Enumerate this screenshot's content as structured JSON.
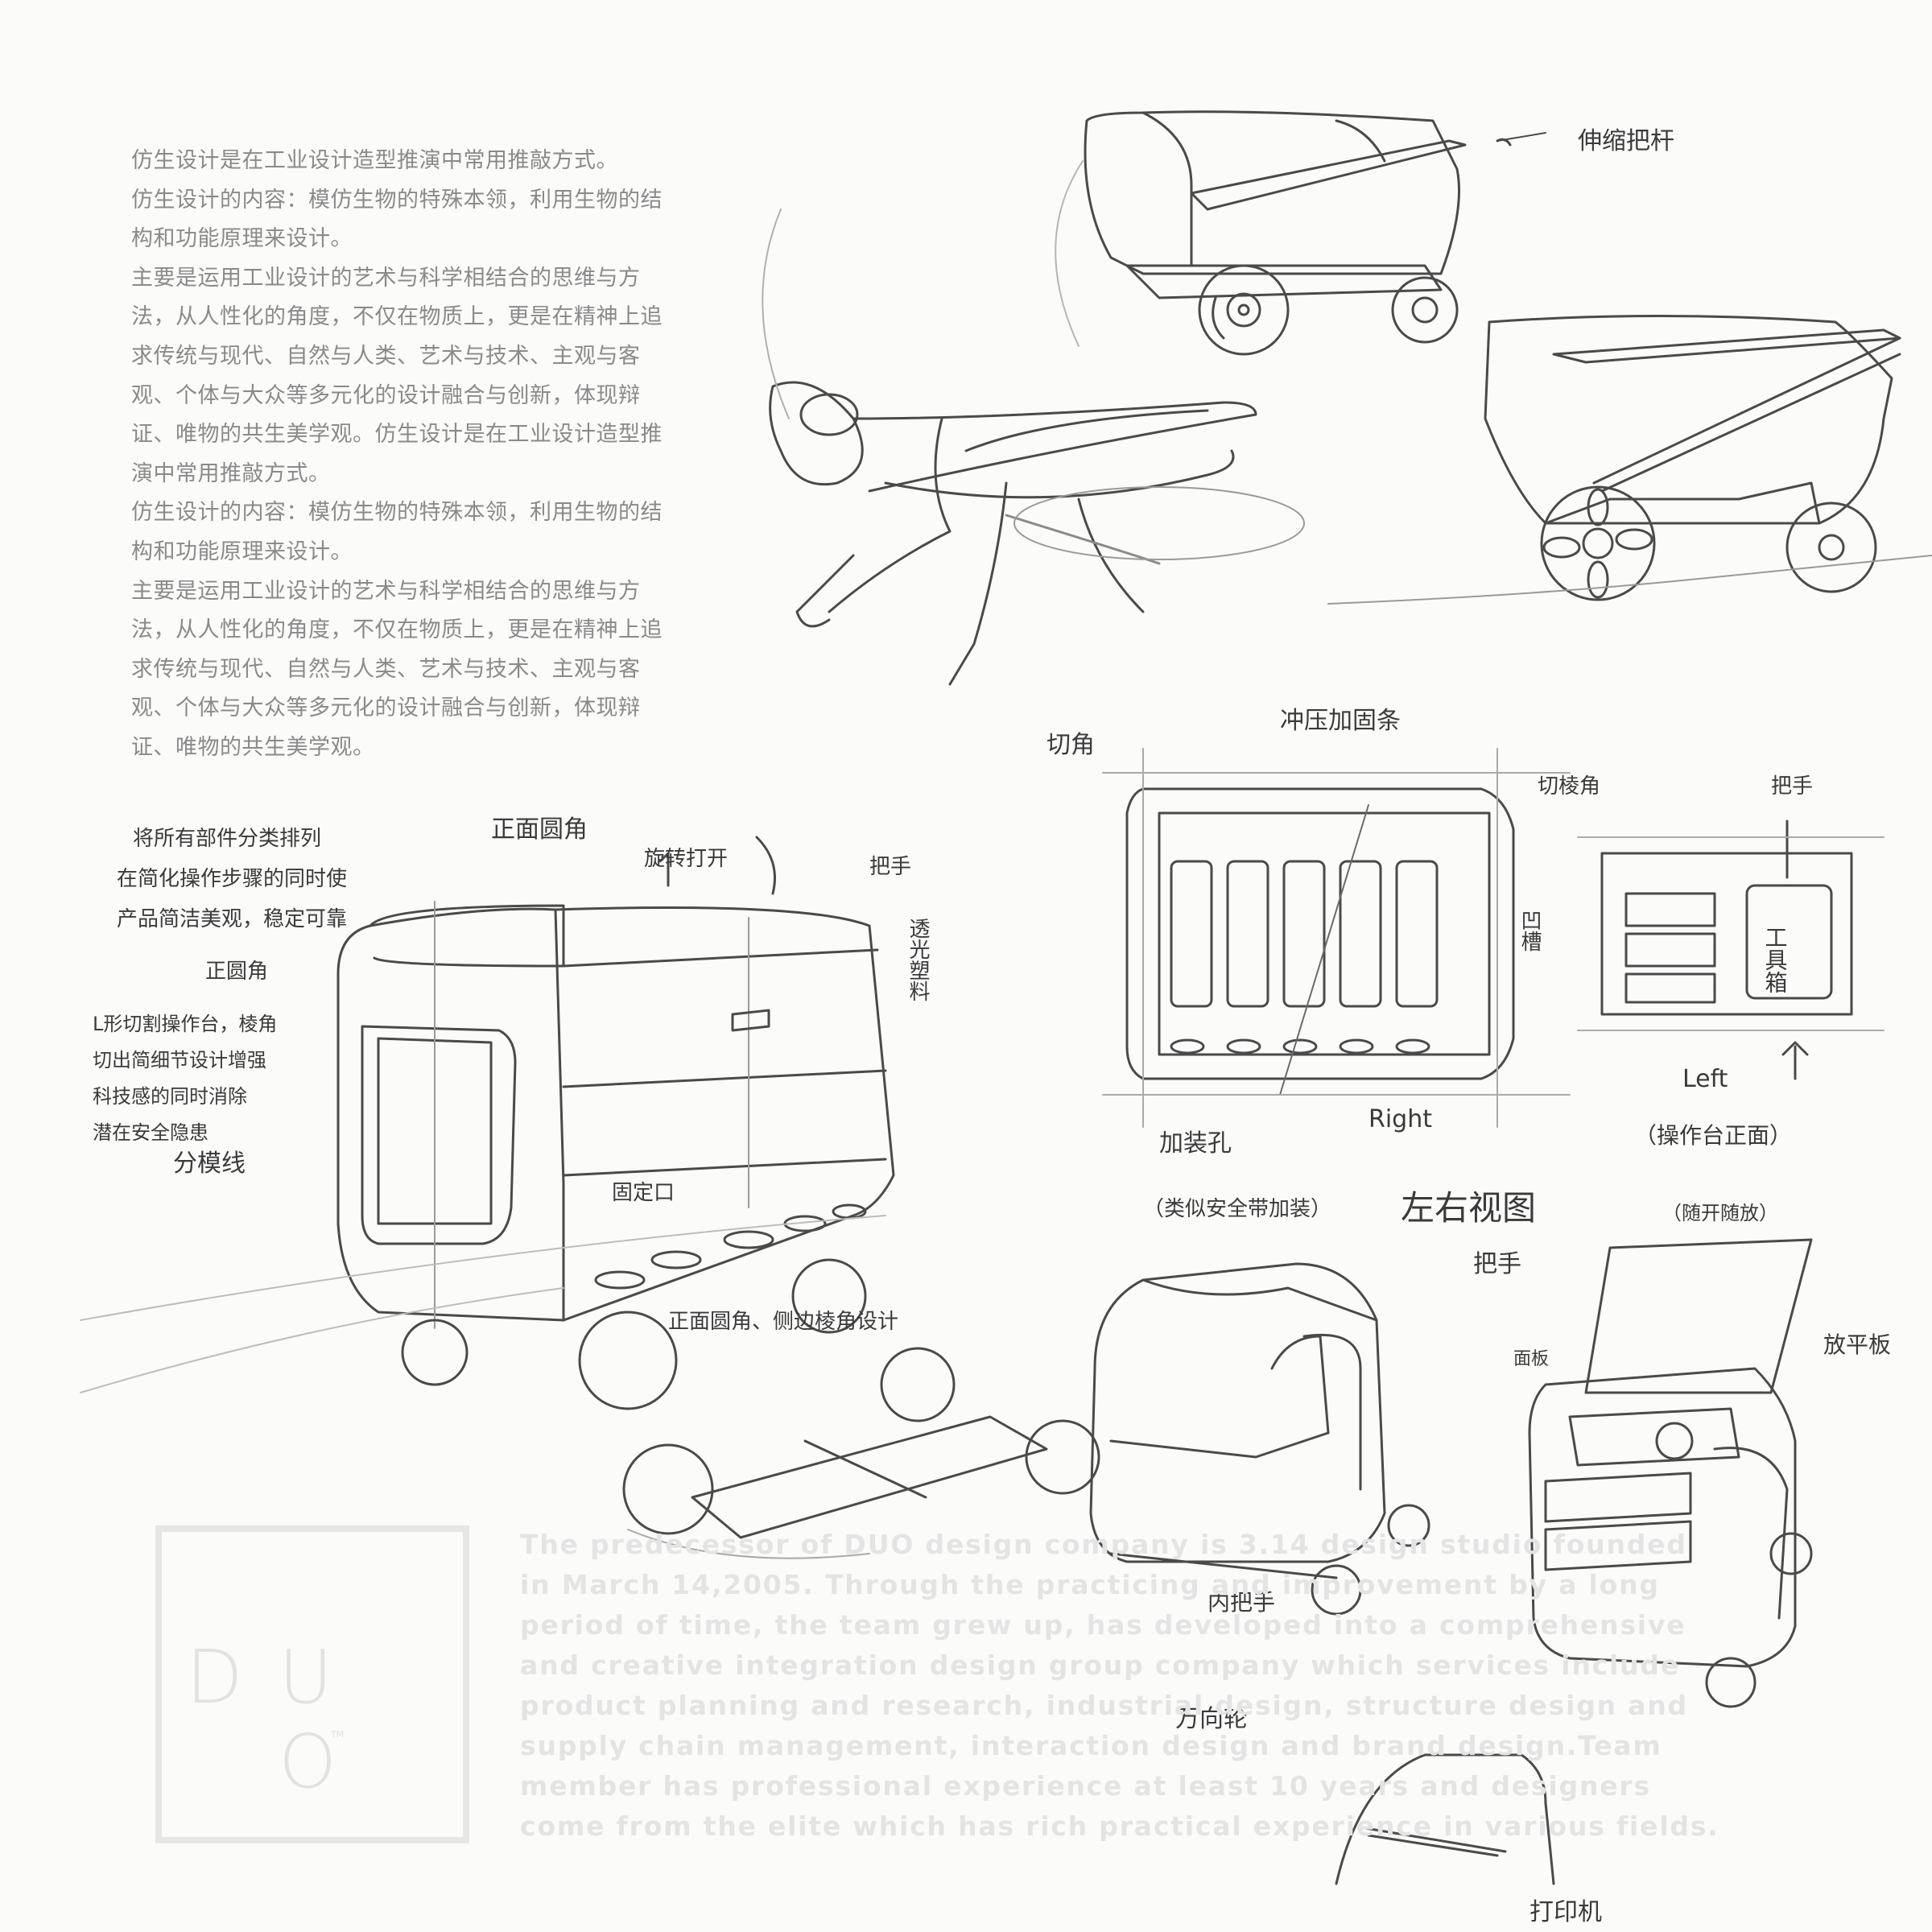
{
  "intro_paragraphs": [
    "仿生设计是在工业设计造型推演中常用推敲方式。",
    "仿生设计的内容：模仿生物的特殊本领，利用生物的结构和功能原理来设计。",
    "主要是运用工业设计的艺术与科学相结合的思维与方法，从人性化的角度，不仅在物质上，更是在精神上追求传统与现代、自然与人类、艺术与技术、主观与客观、个体与大众等多元化的设计融合与创新，体现辩证、唯物的共生美学观。仿生设计是在工业设计造型推演中常用推敲方式。",
    "仿生设计的内容：模仿生物的特殊本领，利用生物的结构和功能原理来设计。",
    "主要是运用工业设计的艺术与科学相结合的思维与方法，从人性化的角度，不仅在物质上，更是在精神上追求传统与现代、自然与人类、艺术与技术、主观与客观、个体与大众等多元化的设计融合与创新，体现辩证、唯物的共生美学观。"
  ],
  "sketch_notes": {
    "telescopic_handle": "伸缩把杆",
    "note_arrangement_1": "将所有部件分类排列",
    "note_arrangement_2": "在简化操作步骤的同时使",
    "note_arrangement_3": "产品简洁美观，稳定可靠",
    "top_round_corner": "正面圆角",
    "rotate_open": "旋转打开",
    "handle_1": "把手",
    "translucent_plastic": "透光塑料",
    "front_round": "正圆角",
    "note_cut_1": "L形切割操作台，棱角",
    "note_cut_2": "切出简细节设计增强",
    "note_cut_3": "科技感的同时消除",
    "note_cut_4": "潜在安全隐患",
    "parting_line": "分模线",
    "fixing_port": "固定口",
    "front_side_corner": "正面圆角、侧边棱角设计",
    "chamfer": "切角",
    "pressed_rib": "冲压加固条",
    "cut_corner": "切棱角",
    "handle_2": "把手",
    "groove": "凹槽",
    "tool_box": "工具箱",
    "fill_hole": "加装孔",
    "right": "Right",
    "left": "Left",
    "operation_front": "（操作台正面）",
    "seatbelt_like": "（类似安全带加装）",
    "side_views": "左右视图",
    "flip_board": "（随开随放）",
    "handle_3": "把手",
    "panel": "面板",
    "flat_board": "放平板",
    "inner_handle": "内把手",
    "universal_wheel": "万向轮",
    "printer": "打印机"
  },
  "logo": {
    "letters": [
      "D",
      "U",
      "O"
    ],
    "tm": "TM"
  },
  "english_lines": [
    "The predecessor of DUO design company is 3.14 design studio founded",
    "in March 14,2005. Through  the practicing and improvement by a long",
    "period of time, the team grew up, has developed into a comprehensive",
    "and creative integration design group  company which services include",
    "product planning and research,  industrial design,  structure design and",
    "supply chain management,  interaction design and brand design.Team",
    "member has  professional experience at least 10 years and designers",
    "come from the elite which has rich practical experience in various fields."
  ]
}
